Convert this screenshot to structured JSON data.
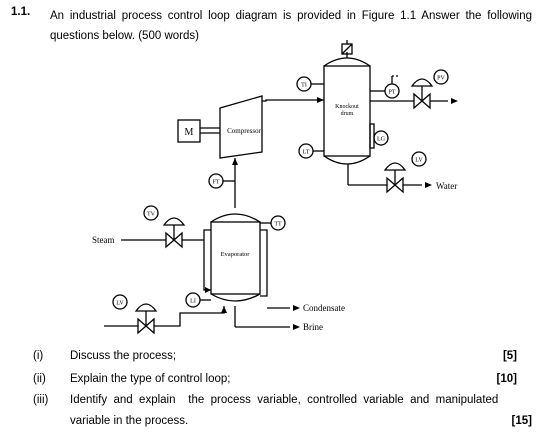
{
  "question": {
    "number": "1.1.",
    "text": "An  industrial process control loop diagram is provided in Figure 1.1 Answer the following questions below. (500 words)"
  },
  "diagram": {
    "equipment": {
      "motor": "M",
      "compressor": "Compressor",
      "knockout_line1": "Knockout",
      "knockout_line2": "drum",
      "evaporator": "Evaporator"
    },
    "instruments": {
      "ti": "TI",
      "pt": "PT",
      "pv": "PV",
      "lg": "LG",
      "lt": "LT",
      "lv_top": "LV",
      "ft": "FT",
      "tv": "TV",
      "tt": "TT",
      "li": "LI",
      "lv_bottom": "LV"
    },
    "streams": {
      "water": "Water",
      "steam": "Steam",
      "condensate": "Condensate",
      "brine": "Brine"
    }
  },
  "subquestions": [
    {
      "num": "(i)",
      "text": "Discuss the process;",
      "marks": "[5]"
    },
    {
      "num": "(ii)",
      "text": "Explain the type of  control loop;",
      "marks": "[10]"
    },
    {
      "num": "(iii)",
      "text_line1": "Identify  and  explain    the  process  variable,  controlled  variable  and  manipulated",
      "text_line2": "variable in the process.",
      "marks": "[15]"
    }
  ]
}
